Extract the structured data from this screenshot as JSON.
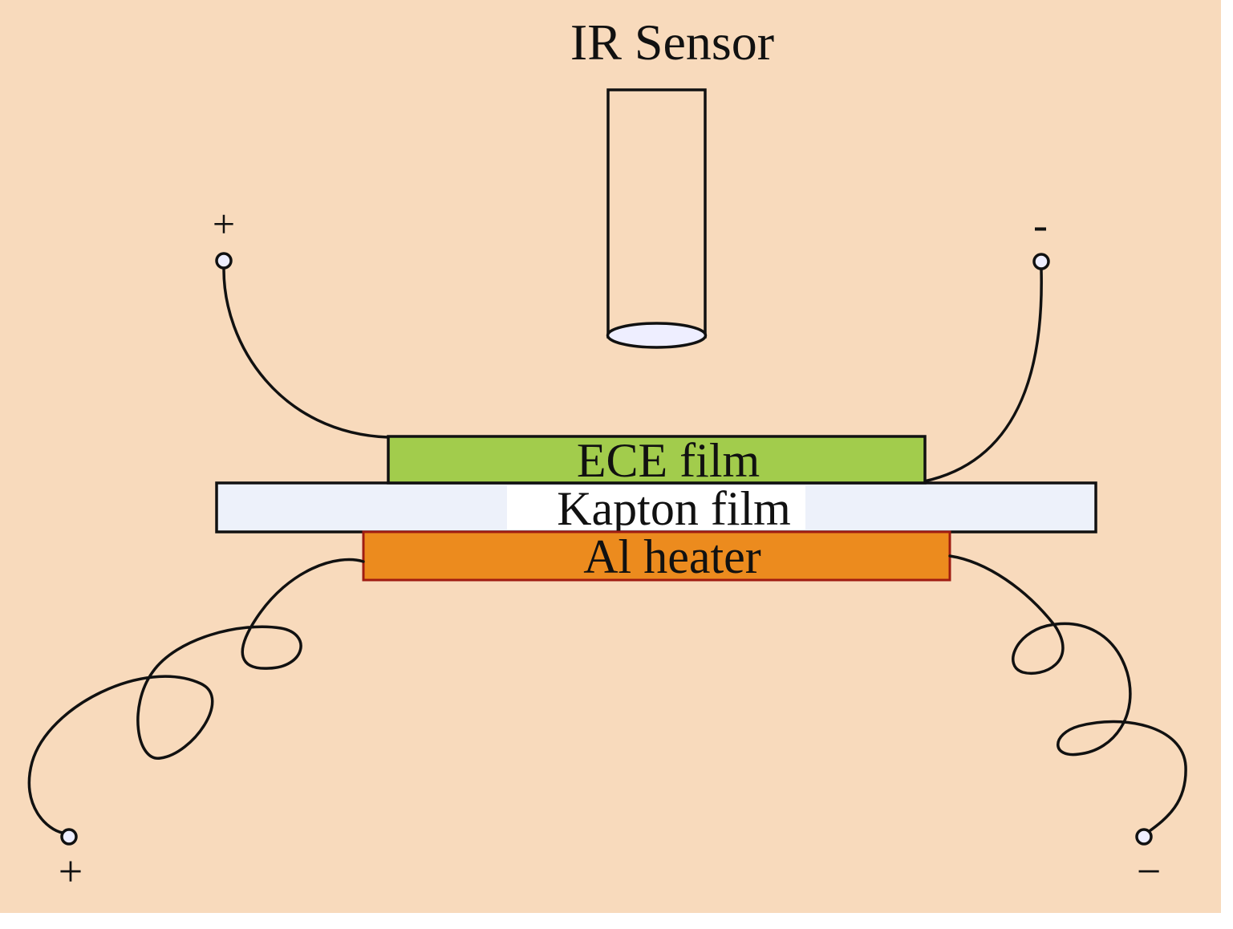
{
  "colors": {
    "background": "#f8dabc",
    "ece_film": "#a2cc4c",
    "kapton_film": "#edf1fa",
    "al_heater": "#ec8b1e",
    "al_heater_border": "#a01c12",
    "sensor_lens": "#eeeeff",
    "outline": "#111111"
  },
  "labels": {
    "ir_sensor": "IR Sensor",
    "ece_film": "ECE film",
    "kapton_film": "Kapton film",
    "al_heater": "Al heater"
  },
  "terminals": {
    "top_left": "+",
    "top_right": "-",
    "bottom_left": "+",
    "bottom_right": "−"
  }
}
